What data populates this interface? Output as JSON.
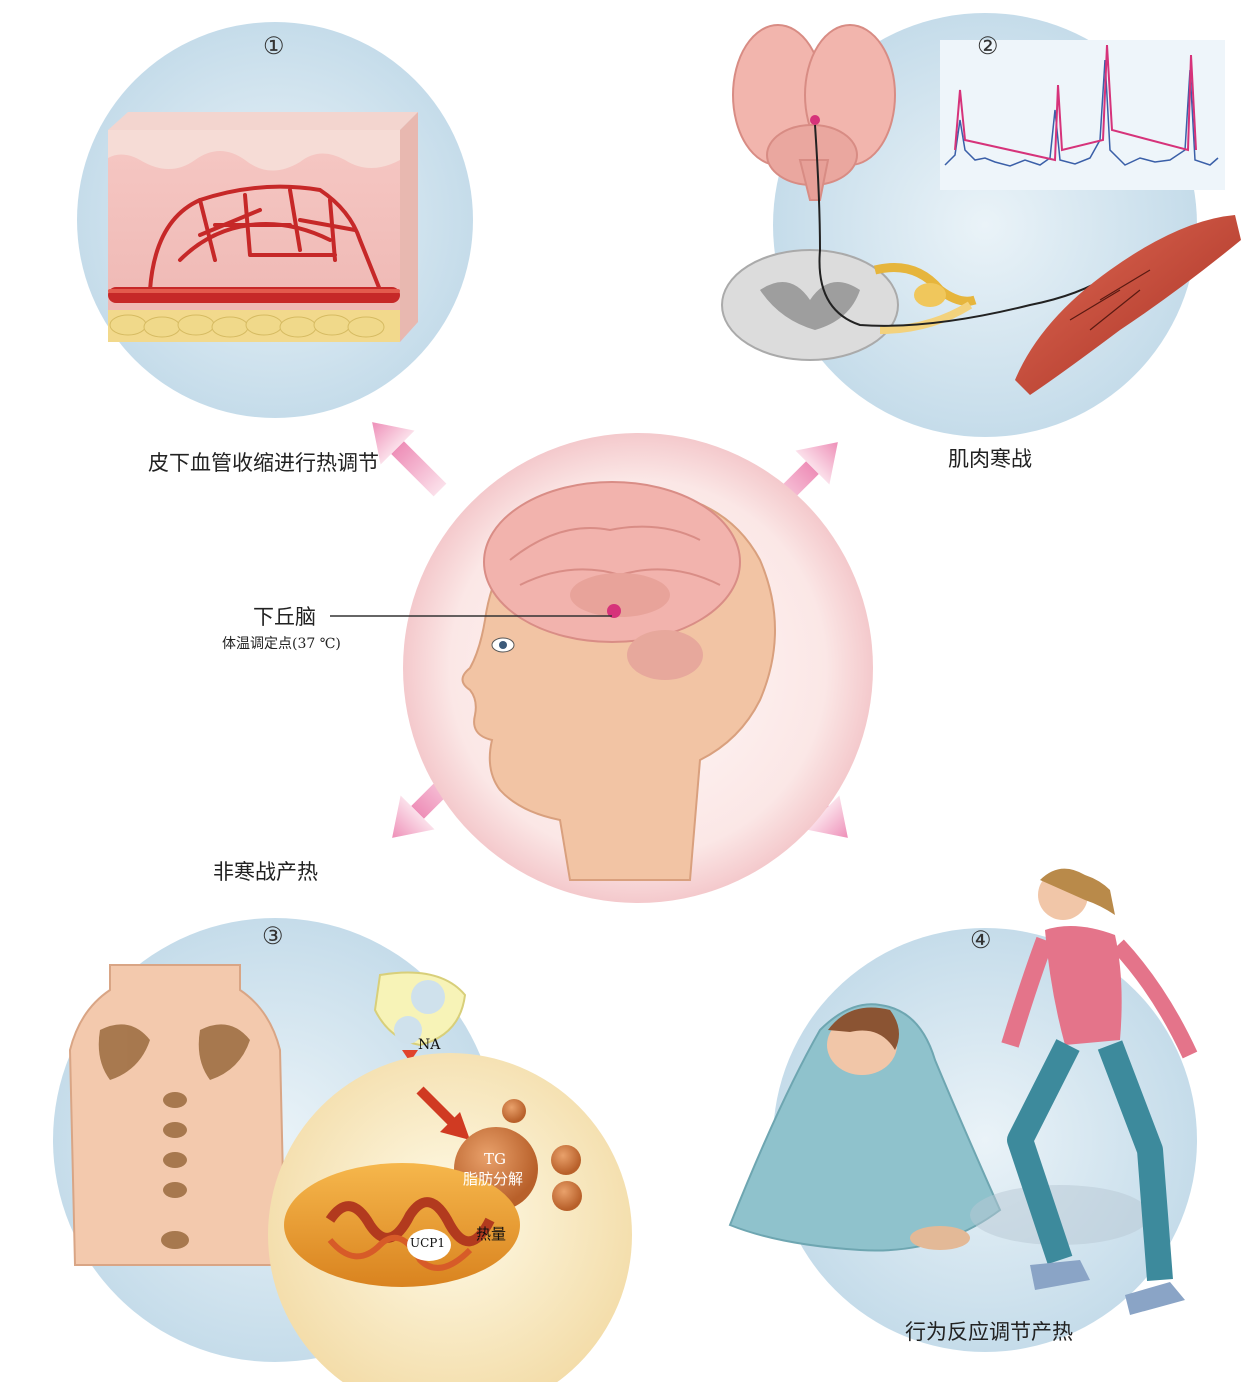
{
  "panels": {
    "p1": {
      "number": "①",
      "caption": "皮下血管收缩进行热调节"
    },
    "p2": {
      "number": "②",
      "caption": "肌肉寒战"
    },
    "p3": {
      "number": "③",
      "caption": "非寒战产热",
      "na": "NA",
      "tg": "TG",
      "lipolysis": "脂肪分解",
      "heat": "热量",
      "ucp1": "UCP1"
    },
    "p4": {
      "number": "④",
      "caption": "行为反应调节产热"
    }
  },
  "center": {
    "label": "下丘脑",
    "sublabel": "体温调定点(37 ℃)"
  },
  "colors": {
    "circle_blue": "#cfe3ee",
    "circle_pink": "#f8dcdf",
    "arrow": "#f1a6c6",
    "vessel": "#c62828",
    "muscle": "#c94a3a"
  }
}
